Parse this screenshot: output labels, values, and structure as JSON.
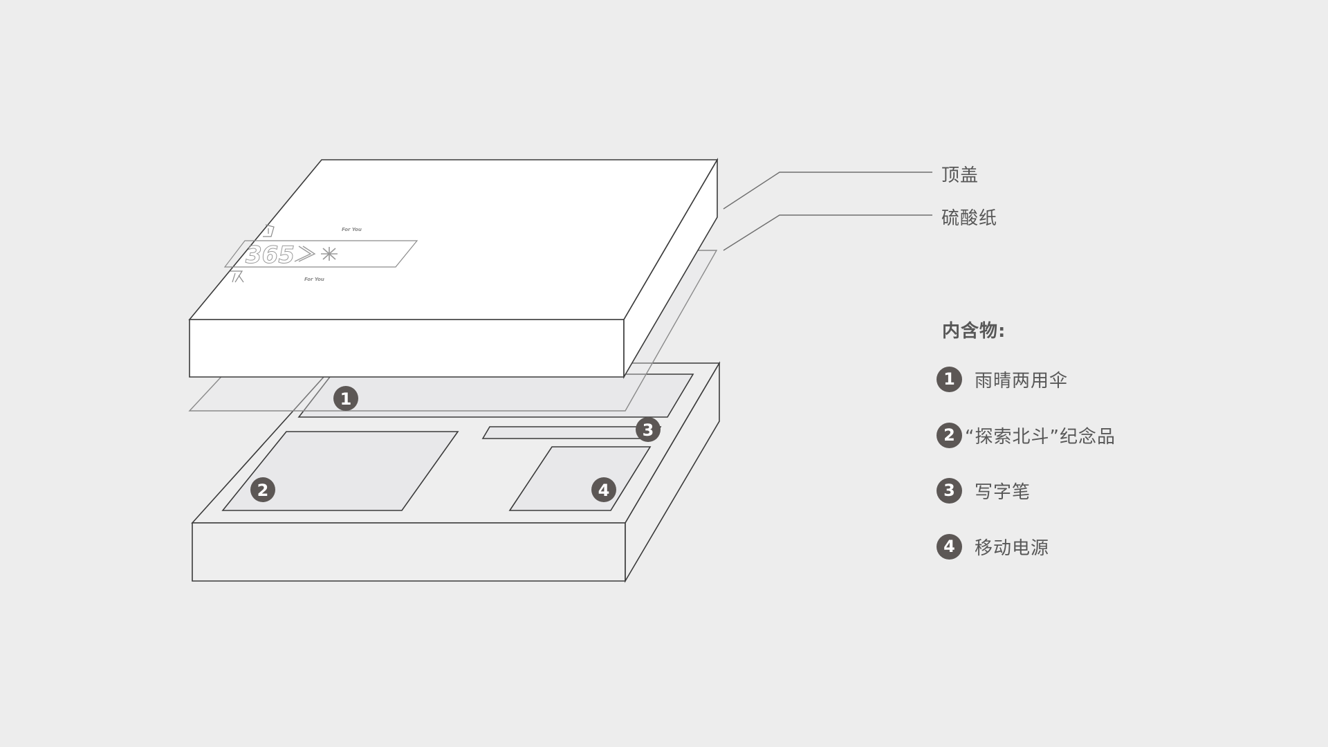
{
  "callouts": {
    "lid": "顶盖",
    "sulfuric_paper": "硫酸纸"
  },
  "lid_print": {
    "number": "365",
    "small_text": "For You"
  },
  "contents": {
    "heading": "内含物:",
    "items": [
      {
        "number": "1",
        "label": "雨晴两用伞"
      },
      {
        "number": "2",
        "label": "“探索北斗”纪念品"
      },
      {
        "number": "3",
        "label": "写字笔"
      },
      {
        "number": "4",
        "label": "移动电源"
      }
    ]
  },
  "colors": {
    "background": "#ededed",
    "line": "#3a3a3a",
    "leader_line": "#6e6e6e",
    "badge": "#5c5755",
    "text": "#575757"
  }
}
